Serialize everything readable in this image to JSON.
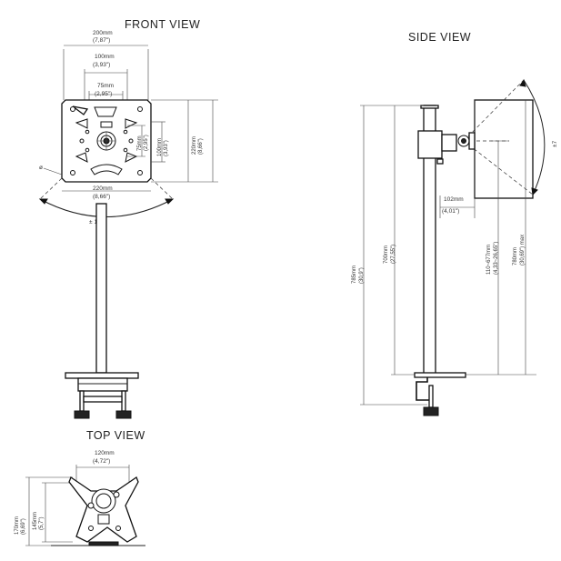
{
  "views": {
    "front": "FRONT VIEW",
    "side": "SIDE VIEW",
    "top": "TOP VIEW"
  },
  "front": {
    "d200_mm": "200mm",
    "d200_in": "(7,87\")",
    "d100_mm": "100mm",
    "d100_in": "(3,93\")",
    "d75_mm": "75mm",
    "d75_in": "(2,95\")",
    "h75_mm": "75mm",
    "h75_in": "(2,95\")",
    "h100_mm": "100mm",
    "h100_in": "(3,93\")",
    "h220_mm": "220mm",
    "h220_in": "(8,66\")",
    "w220_mm": "220mm",
    "w220_in": "(8,66\")",
    "rotate": "± 180°",
    "dia": "ø"
  },
  "side": {
    "tilt": "±7",
    "d102_mm": "102mm",
    "d102_in": "(4,01\")",
    "v700_mm": "700mm",
    "v700_in": "(27,55\")",
    "v785_mm": "785mm",
    "v785_in": "(30,9\")",
    "adj_mm": "110~677mm",
    "adj_in": "(4,33~26,65\")",
    "max_mm": "780mm",
    "max_in": "(30,69\") max"
  },
  "top": {
    "d120_mm": "120mm",
    "d120_in": "(4,72\")",
    "h170_mm": "170mm",
    "h170_in": "(6,69\")",
    "h145_mm": "145mm",
    "h145_in": "(5,7\")"
  }
}
